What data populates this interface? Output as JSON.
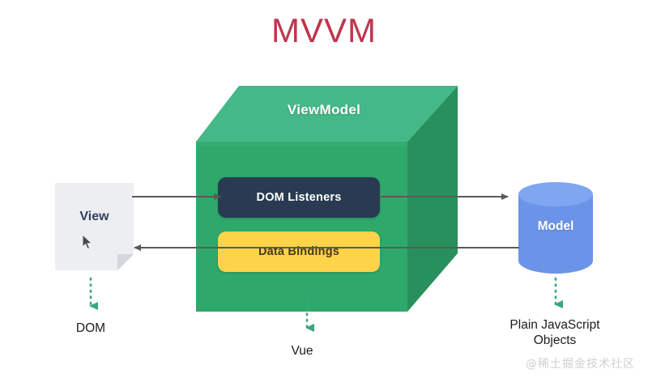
{
  "diagram": {
    "title": "MVVM",
    "title_color": "#c0354e",
    "background": "#ffffff"
  },
  "view_node": {
    "label": "View",
    "shape": "document",
    "fill": "#eceef1",
    "fold_color": "#d3d6da",
    "text_color": "#33415c",
    "caption": "DOM",
    "cursor_icon": "mouse-pointer-icon"
  },
  "viewmodel_node": {
    "label": "ViewModel",
    "shape": "cube",
    "front_fill": "#2fa96b",
    "top_fill": "#45b887",
    "side_fill": "#28905c",
    "text_color": "#ffffff",
    "caption": "Vue",
    "inner_boxes": [
      {
        "label": "DOM Listeners",
        "fill": "#283b52",
        "text_color": "#ffffff"
      },
      {
        "label": "Data Bindings",
        "fill": "#fcd349",
        "text_color": "#4a3a14"
      }
    ]
  },
  "model_node": {
    "label": "Model",
    "shape": "cylinder",
    "body_fill": "#6b93e8",
    "top_fill": "#7fa6f1",
    "text_color": "#ffffff",
    "caption": "Plain JavaScript Objects",
    "caption_line_1": "Plain JavaScript",
    "caption_line_2": "Objects"
  },
  "connectors": [
    {
      "name": "view-to-dom-listeners",
      "from": "View",
      "to": "DOM Listeners",
      "direction": "right",
      "style": "solid",
      "color": "#5a5a5a"
    },
    {
      "name": "data-bindings-to-view",
      "from": "Data Bindings",
      "to": "View",
      "direction": "left",
      "style": "solid",
      "color": "#5a5a5a"
    },
    {
      "name": "dom-listeners-to-model",
      "from": "DOM Listeners",
      "to": "Model",
      "direction": "right",
      "style": "solid",
      "color": "#5a5a5a"
    },
    {
      "name": "model-to-data-bindings",
      "from": "Model",
      "to": "Data Bindings",
      "direction": "none",
      "style": "solid",
      "color": "#5a5a5a"
    },
    {
      "name": "view-to-dom-caption",
      "from": "View",
      "to": "DOM",
      "direction": "down",
      "style": "dotted",
      "color": "#3aa584"
    },
    {
      "name": "viewmodel-to-vue-caption",
      "from": "ViewModel",
      "to": "Vue",
      "direction": "down",
      "style": "dotted",
      "color": "#3aa584"
    },
    {
      "name": "model-to-objects-caption",
      "from": "Model",
      "to": "Plain JavaScript Objects",
      "direction": "down",
      "style": "dotted",
      "color": "#3aa584"
    }
  ],
  "watermark": {
    "text": "@稀土掘金技术社区"
  }
}
